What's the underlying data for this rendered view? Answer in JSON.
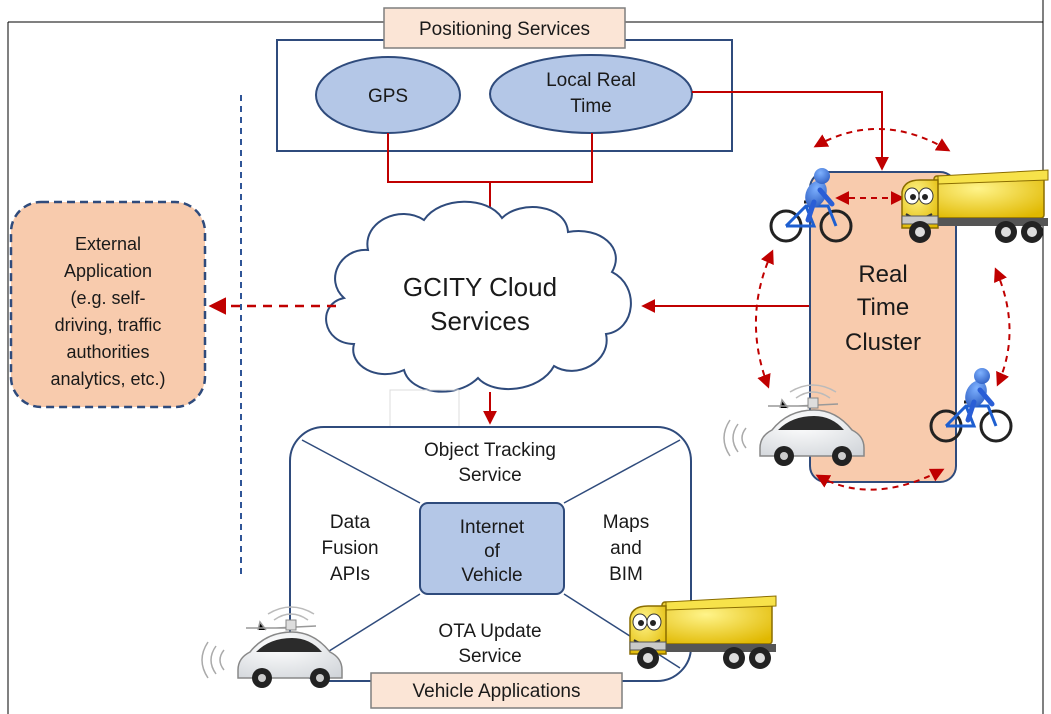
{
  "positioning": {
    "title": "Positioning Services",
    "gps": "GPS",
    "local_real_time": [
      "Local Real",
      "Time"
    ]
  },
  "cloud": {
    "label": [
      "GCITY Cloud",
      "Services"
    ]
  },
  "external": {
    "label": [
      "External",
      "Application",
      "(e.g. self-",
      "driving, traffic",
      "authorities",
      "analytics, etc.)"
    ]
  },
  "cluster": {
    "label": [
      "Real",
      "Time",
      "Cluster"
    ]
  },
  "vehicle_apps": {
    "title": "Vehicle Applications",
    "object_tracking": [
      "Object Tracking",
      "Service"
    ],
    "data_fusion": [
      "Data",
      "Fusion",
      "APIs"
    ],
    "internet_of_vehicle": [
      "Internet",
      "of",
      "Vehicle"
    ],
    "maps_bim": [
      "Maps",
      "and",
      "BIM"
    ],
    "ota_update": [
      "OTA Update",
      "Service"
    ]
  },
  "colors": {
    "accent_red": "#c00000",
    "box_border": "#2f4b7c",
    "ellipse_fill": "#b4c7e7",
    "peach_fill": "#f8cbad",
    "title_fill": "#fbe5d6",
    "truck_yellow": "#f2d21b"
  },
  "icons": [
    "cyclist-icon",
    "dump-truck-icon",
    "self-driving-car-icon"
  ]
}
